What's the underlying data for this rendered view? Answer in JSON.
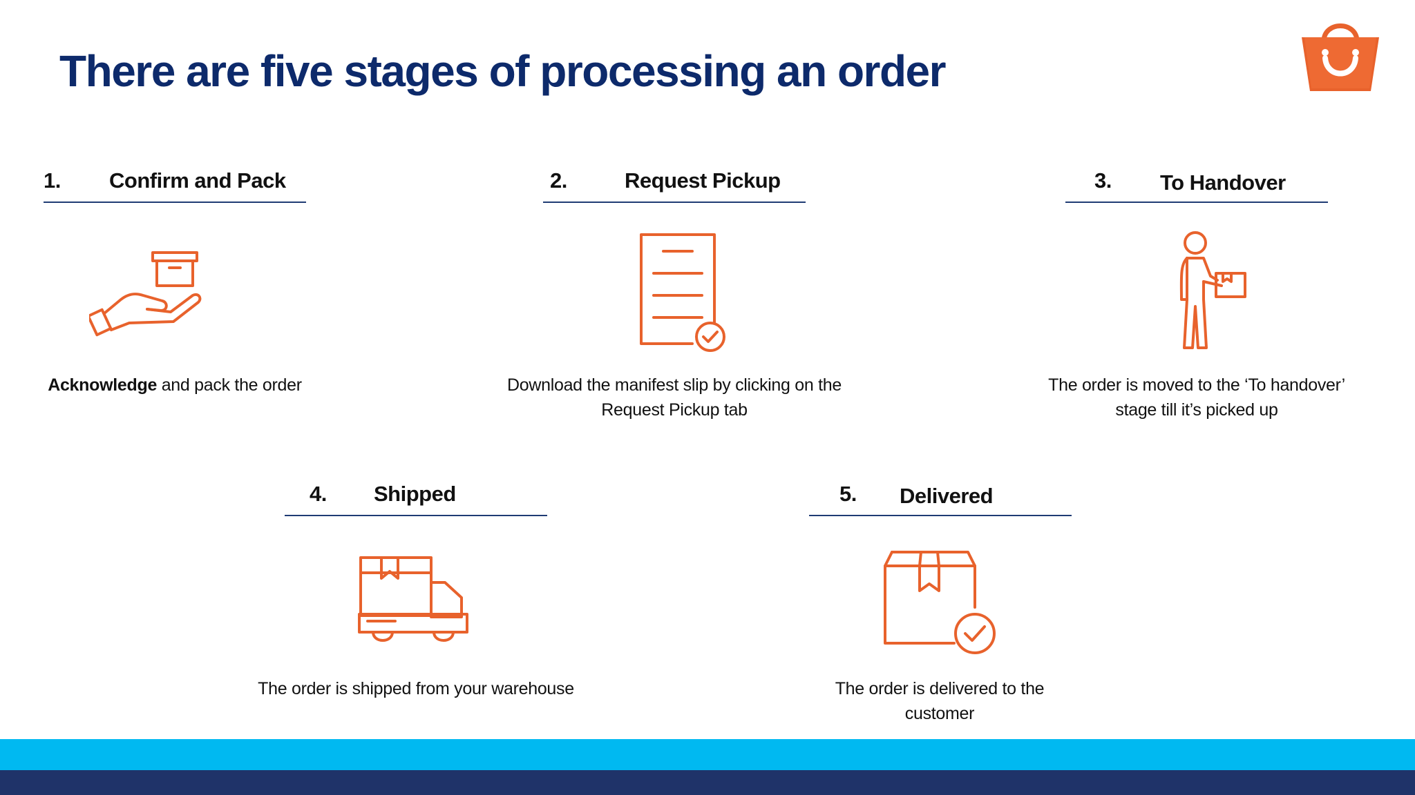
{
  "title": "There are five stages of processing an order",
  "colors": {
    "title": "#0d2a6b",
    "icon_accent": "#e8622c",
    "underline": "#1f3b73",
    "footer_light": "#00b9f1",
    "footer_dark": "#1f3369"
  },
  "logo": {
    "icon": "shopping-bag-smile-icon"
  },
  "stages": [
    {
      "number": "1.",
      "title": "Confirm and Pack",
      "icon": "hand-holding-box-icon",
      "description_bold": "Acknowledge",
      "description": " and pack the order"
    },
    {
      "number": "2.",
      "title": "Request Pickup",
      "icon": "document-check-icon",
      "description": "Download the manifest slip by clicking on the Request Pickup tab"
    },
    {
      "number": "3.",
      "title": "To Handover",
      "icon": "person-carrying-box-icon",
      "description": "The order is moved to the ‘To handover’ stage till it’s picked up"
    },
    {
      "number": "4.",
      "title": "Shipped",
      "icon": "delivery-truck-icon",
      "description": "The order is shipped from your warehouse"
    },
    {
      "number": "5.",
      "title": "Delivered",
      "icon": "package-check-icon",
      "description": "The order is delivered to the customer"
    }
  ]
}
